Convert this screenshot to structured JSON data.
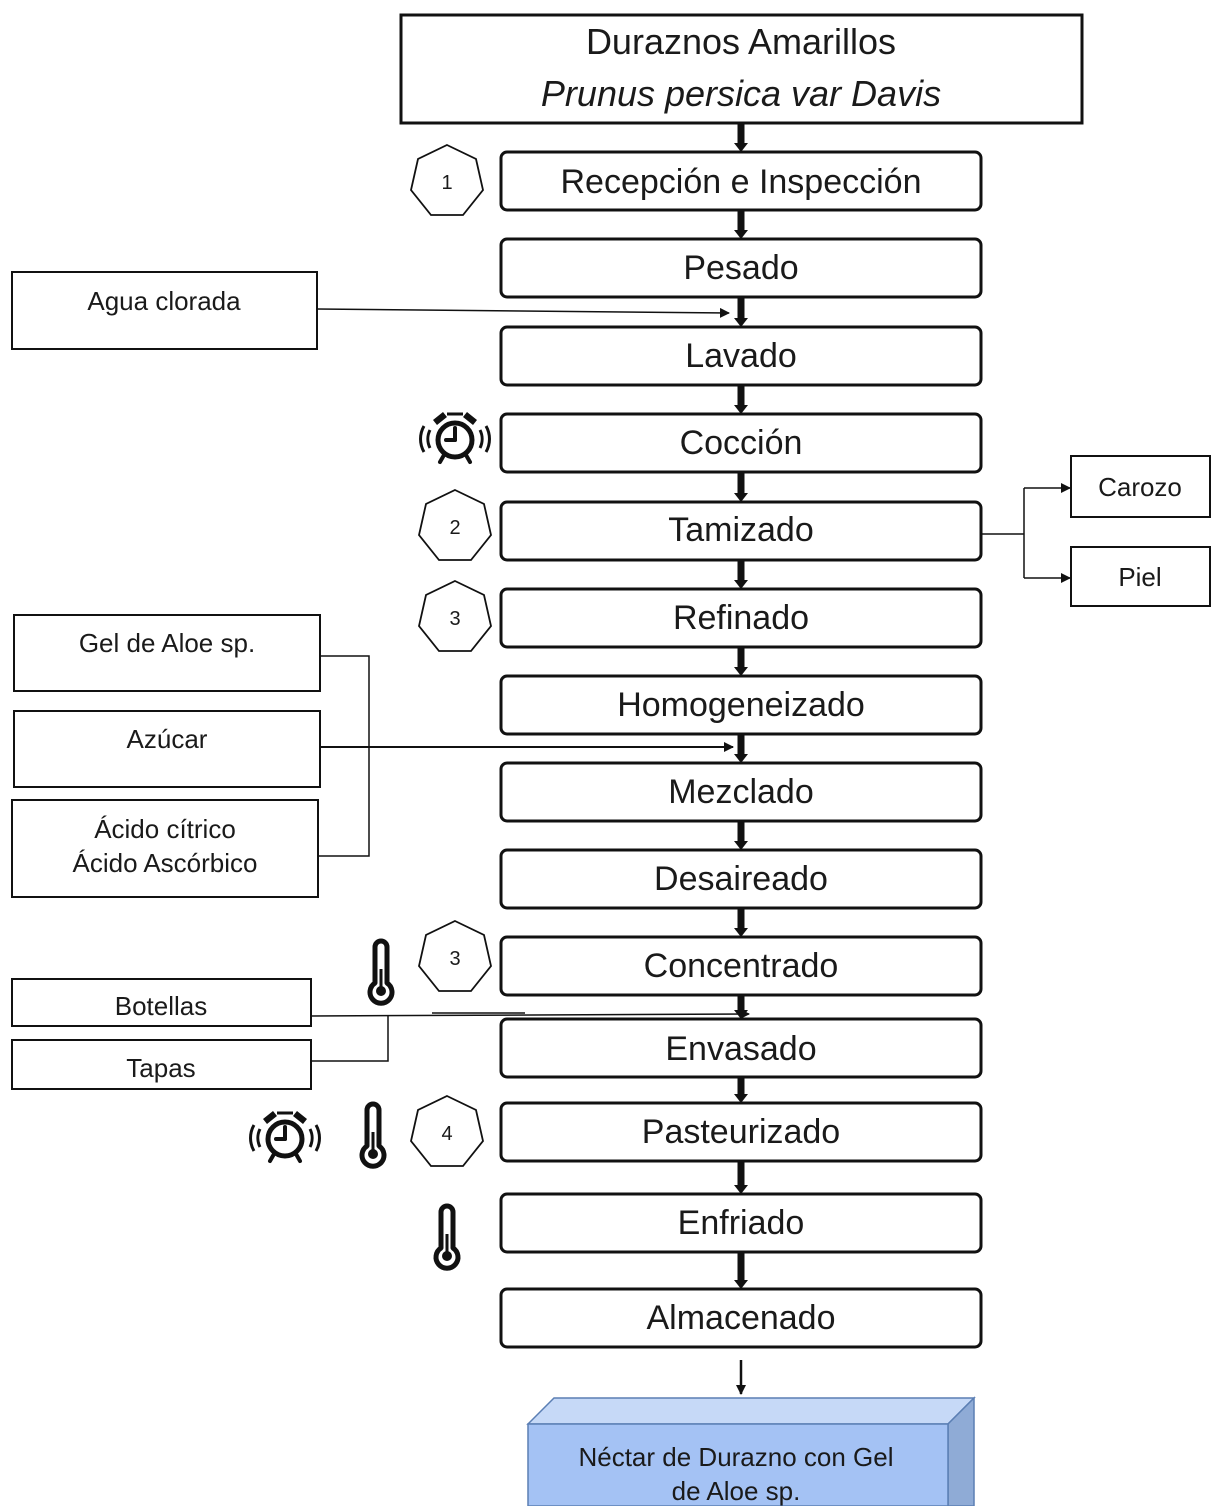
{
  "header": {
    "title": "Duraznos Amarillos",
    "subtitle": "Prunus persica var Davis"
  },
  "steps": [
    "Recepción e Inspección",
    "Pesado",
    "Lavado",
    "Cocción",
    "Tamizado",
    "Refinado",
    "Homogeneizado",
    "Mezclado",
    "Desaireado",
    "Concentrado",
    "Envasado",
    "Pasteurizado",
    "Enfriado",
    "Almacenado"
  ],
  "control_points": [
    "1",
    "2",
    "3",
    "3",
    "4"
  ],
  "inputs": {
    "agua": "Agua clorada",
    "gel": "Gel de Aloe sp.",
    "azucar": "Azúcar",
    "acido_1": "Ácido cítrico",
    "acido_2": "Ácido Ascórbico",
    "botellas": "Botellas",
    "tapas": "Tapas"
  },
  "outputs": {
    "carozo": "Carozo",
    "piel": "Piel"
  },
  "product": {
    "line1": "Néctar de Durazno con Gel",
    "line2": "de Aloe sp.",
    "color": "#a4c2f4"
  },
  "icons": [
    "alarm-clock-icon",
    "thermometer-icon"
  ]
}
